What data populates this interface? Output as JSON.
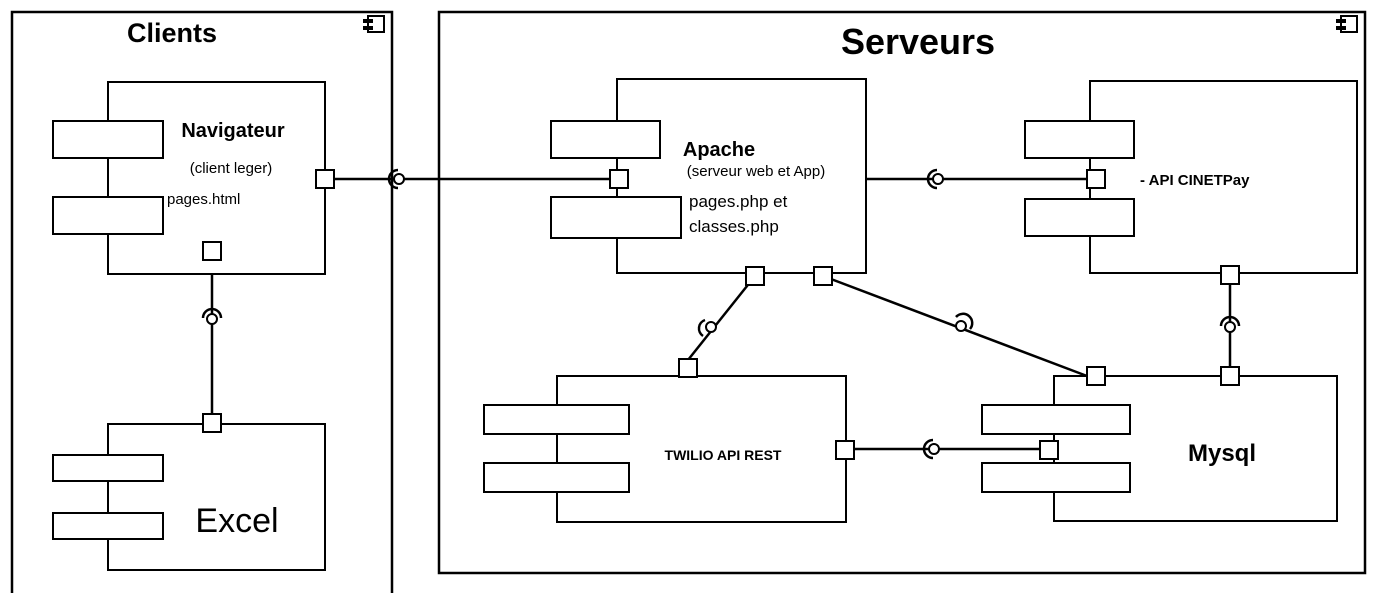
{
  "clients": {
    "title": "Clients",
    "navigator": {
      "name": "Navigateur",
      "subtitle": "(client leger)",
      "detail": "pages.html"
    },
    "excel": {
      "name": "Excel"
    }
  },
  "servers": {
    "title": "Serveurs",
    "apache": {
      "name": "Apache",
      "subtitle": "(serveur web et App)",
      "detail_line1": "pages.php et",
      "detail_line2": "classes.php"
    },
    "api_cinetpay": {
      "name": "-  API CINETPay"
    },
    "twilio": {
      "name": "TWILIO API REST"
    },
    "mysql": {
      "name": "Mysql"
    }
  }
}
